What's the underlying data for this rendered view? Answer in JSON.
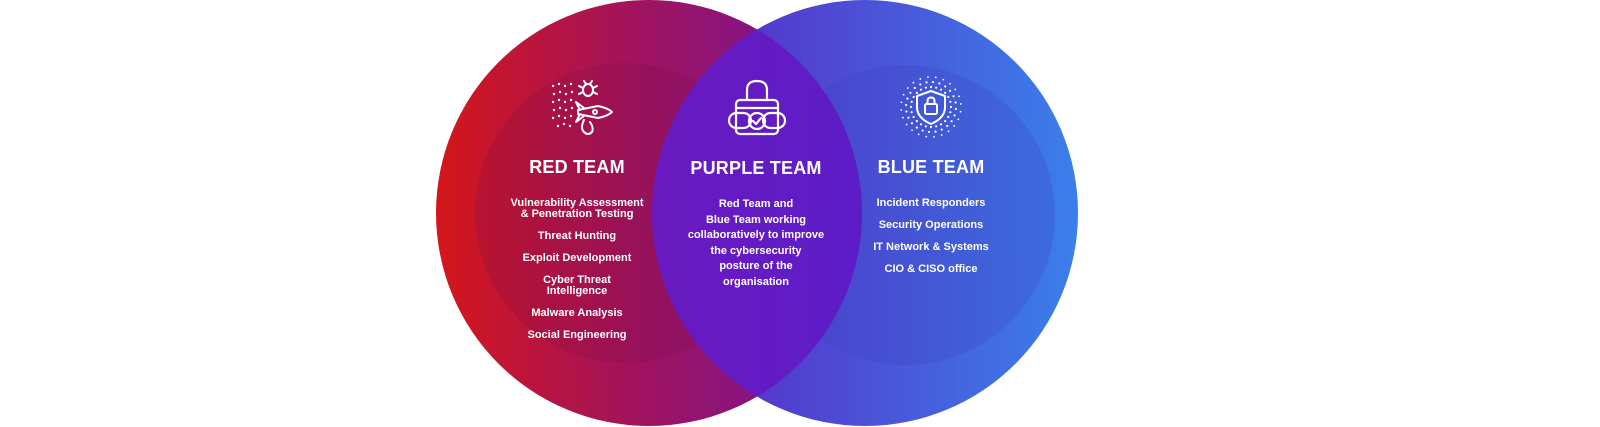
{
  "red_team": {
    "title": "RED TEAM",
    "items": [
      "Vulnerability Assessment\n& Penetration Testing",
      "Threat Hunting",
      "Exploit Development",
      "Cyber Threat\nIntelligence",
      "Malware Analysis",
      "Social Engineering"
    ],
    "icon": "rocket-bug-icon"
  },
  "purple_team": {
    "title": "PURPLE TEAM",
    "description": "Red Team and\nBlue Team working\ncollaboratively to improve\nthe cybersecurity\nposture of the\norganisation",
    "icon": "padlock-chain-icon"
  },
  "blue_team": {
    "title": "BLUE TEAM",
    "items": [
      "Incident Responders",
      "Security Operations",
      "IT Network & Systems",
      "CIO & CISO office"
    ],
    "icon": "shield-lock-icon"
  },
  "colors": {
    "red": "#d0161c",
    "magenta": "#9a1572",
    "purple": "#5b1ec9",
    "blue": "#3a7ae8",
    "text": "#ffffff"
  }
}
